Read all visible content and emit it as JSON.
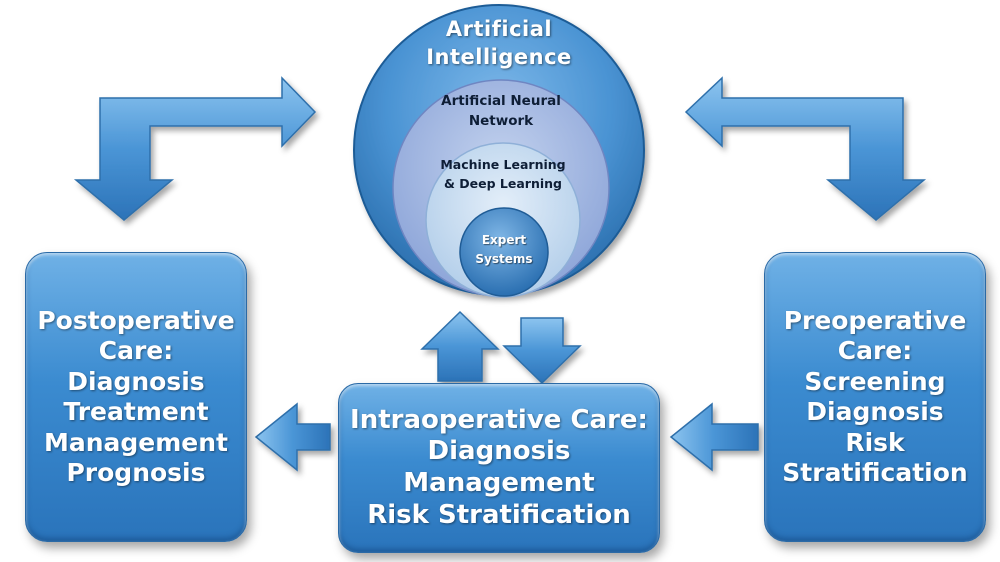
{
  "center": {
    "outer": [
      "Artificial",
      "Intelligence"
    ],
    "ring2": [
      "Artificial Neural",
      "Network"
    ],
    "ring3": [
      "Machine Learning",
      "& Deep Learning"
    ],
    "core": [
      "Expert",
      "Systems"
    ]
  },
  "boxes": {
    "postoperative": [
      "Postoperative",
      "Care:",
      "Diagnosis",
      "Treatment",
      "Management",
      "Prognosis"
    ],
    "intraoperative": [
      "Intraoperative Care:",
      "Diagnosis",
      "Management",
      "Risk Stratification"
    ],
    "preoperative": [
      "Preoperative",
      "Care:",
      "Screening",
      "Diagnosis",
      "Risk",
      "Stratification"
    ]
  },
  "colors": {
    "box": "#3b8bd0",
    "arrow": "#4a95d6",
    "outer_circle": "#4c96d5",
    "ring2": "#a9bde3",
    "ring3": "#cfe0f1",
    "core": "#3f8ad0"
  }
}
